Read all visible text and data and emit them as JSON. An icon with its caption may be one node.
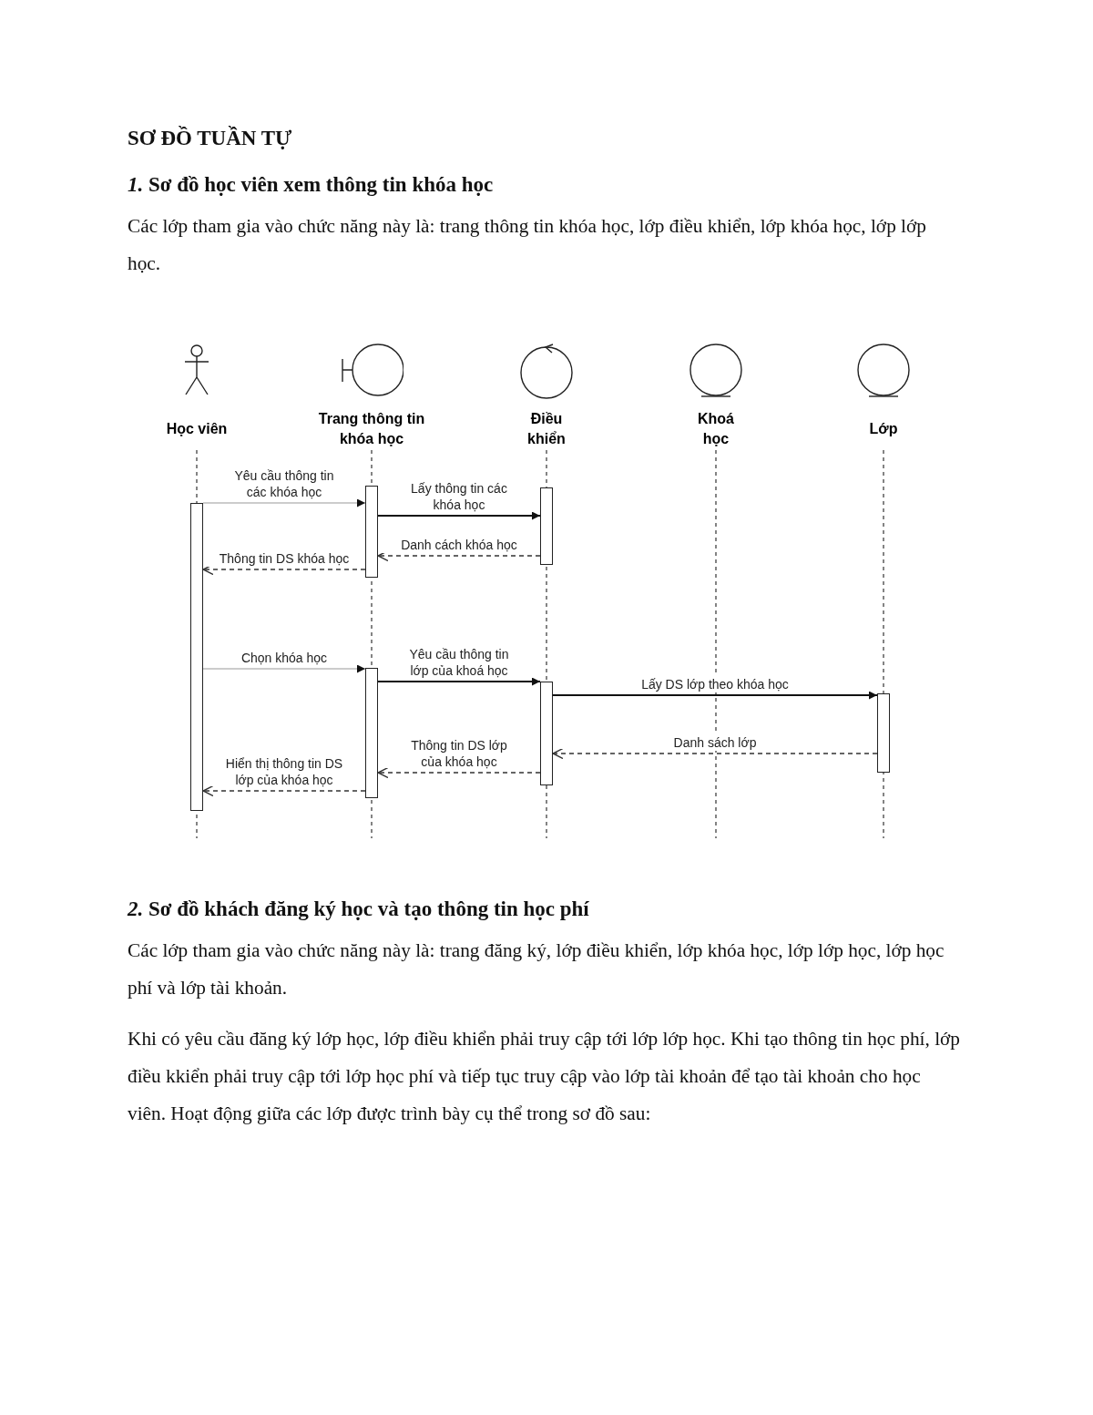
{
  "diagram": {
    "title": "SƠ ĐỒ TUẦN TỰ",
    "nodes": [
      {
        "text": [
          "Học viên"
        ]
      },
      {
        "text": [
          "Trang thông tin khóa học"
        ]
      },
      {
        "text": [
          "Điều khiển"
        ]
      },
      {
        "text": [
          "Khoá học"
        ]
      },
      {
        "text": [
          "Lớp"
        ]
      },
      {
        "text": [],
        "shape": "bar"
      },
      {
        "text": [],
        "shape": "bar"
      },
      {
        "text": [],
        "shape": "bar"
      },
      {
        "text": [],
        "shape": "bar"
      },
      {
        "text": [],
        "shape": "bar"
      },
      {
        "text": [],
        "shape": "bar"
      }
    ],
    "edges": [
      {
        "from": 5,
        "to": 6,
        "arrow": "to",
        "label": "Yêu cầu thông tin các khóa học",
        "color": "#bbbbbb"
      },
      {
        "from": 6,
        "to": 7,
        "arrow": "to",
        "label": "Lấy thông tin các khóa học"
      },
      {
        "from": 7,
        "to": 6,
        "arrow": "to",
        "label": "Danh cách khóa học",
        "style": "dashed"
      },
      {
        "from": 6,
        "to": 5,
        "arrow": "to",
        "label": "Thông tin DS khóa học",
        "style": "dashed"
      },
      {
        "from": 5,
        "to": 8,
        "arrow": "to",
        "label": "Chọn khóa học",
        "color": "#bbbbbb"
      },
      {
        "from": 8,
        "to": 9,
        "arrow": "to",
        "label": "Yêu cầu thông tin lớp của khoá học"
      },
      {
        "from": 9,
        "to": 10,
        "arrow": "to",
        "label": "Lấy DS lớp theo khóa học"
      },
      {
        "from": 10,
        "to": 9,
        "arrow": "to",
        "label": "Danh sách lớp",
        "style": "dashed"
      },
      {
        "from": 9,
        "to": 8,
        "arrow": "to",
        "label": "Thông tin DS lớp của khóa học",
        "style": "dashed"
      },
      {
        "from": 8,
        "to": 5,
        "arrow": "to",
        "label": "Hiển thị thông tin DS lớp của khóa học",
        "style": "dashed"
      }
    ],
    "labels": [
      "*1.* Sơ đồ học viên xem thông tin khóa học",
      "Các lớp tham gia vào chức năng này là: trang thông tin khóa học, lớp điều khiển, lớp khóa học, lớp lớp học.",
      "*2.* Sơ đồ khách đăng ký học và tạo thông tin học phí",
      "Các lớp tham gia vào chức năng này là: trang đăng ký, lớp điều khiển, lớp khóa học, lớp lớp học, lớp học phí và lớp tài khoản.",
      "Khi có yêu cầu đăng ký lớp học, lớp điều khiển phải truy cập tới lớp lớp học. Khi tạo thông tin học phí, lớp điều kkiển phải truy cập tới lớp học phí và tiếp tục truy cập vào lớp tài khoản để tạo tài khoản cho học viên. Hoạt động giữa các lớp được trình bày cụ thể trong sơ đồ sau:"
    ]
  }
}
